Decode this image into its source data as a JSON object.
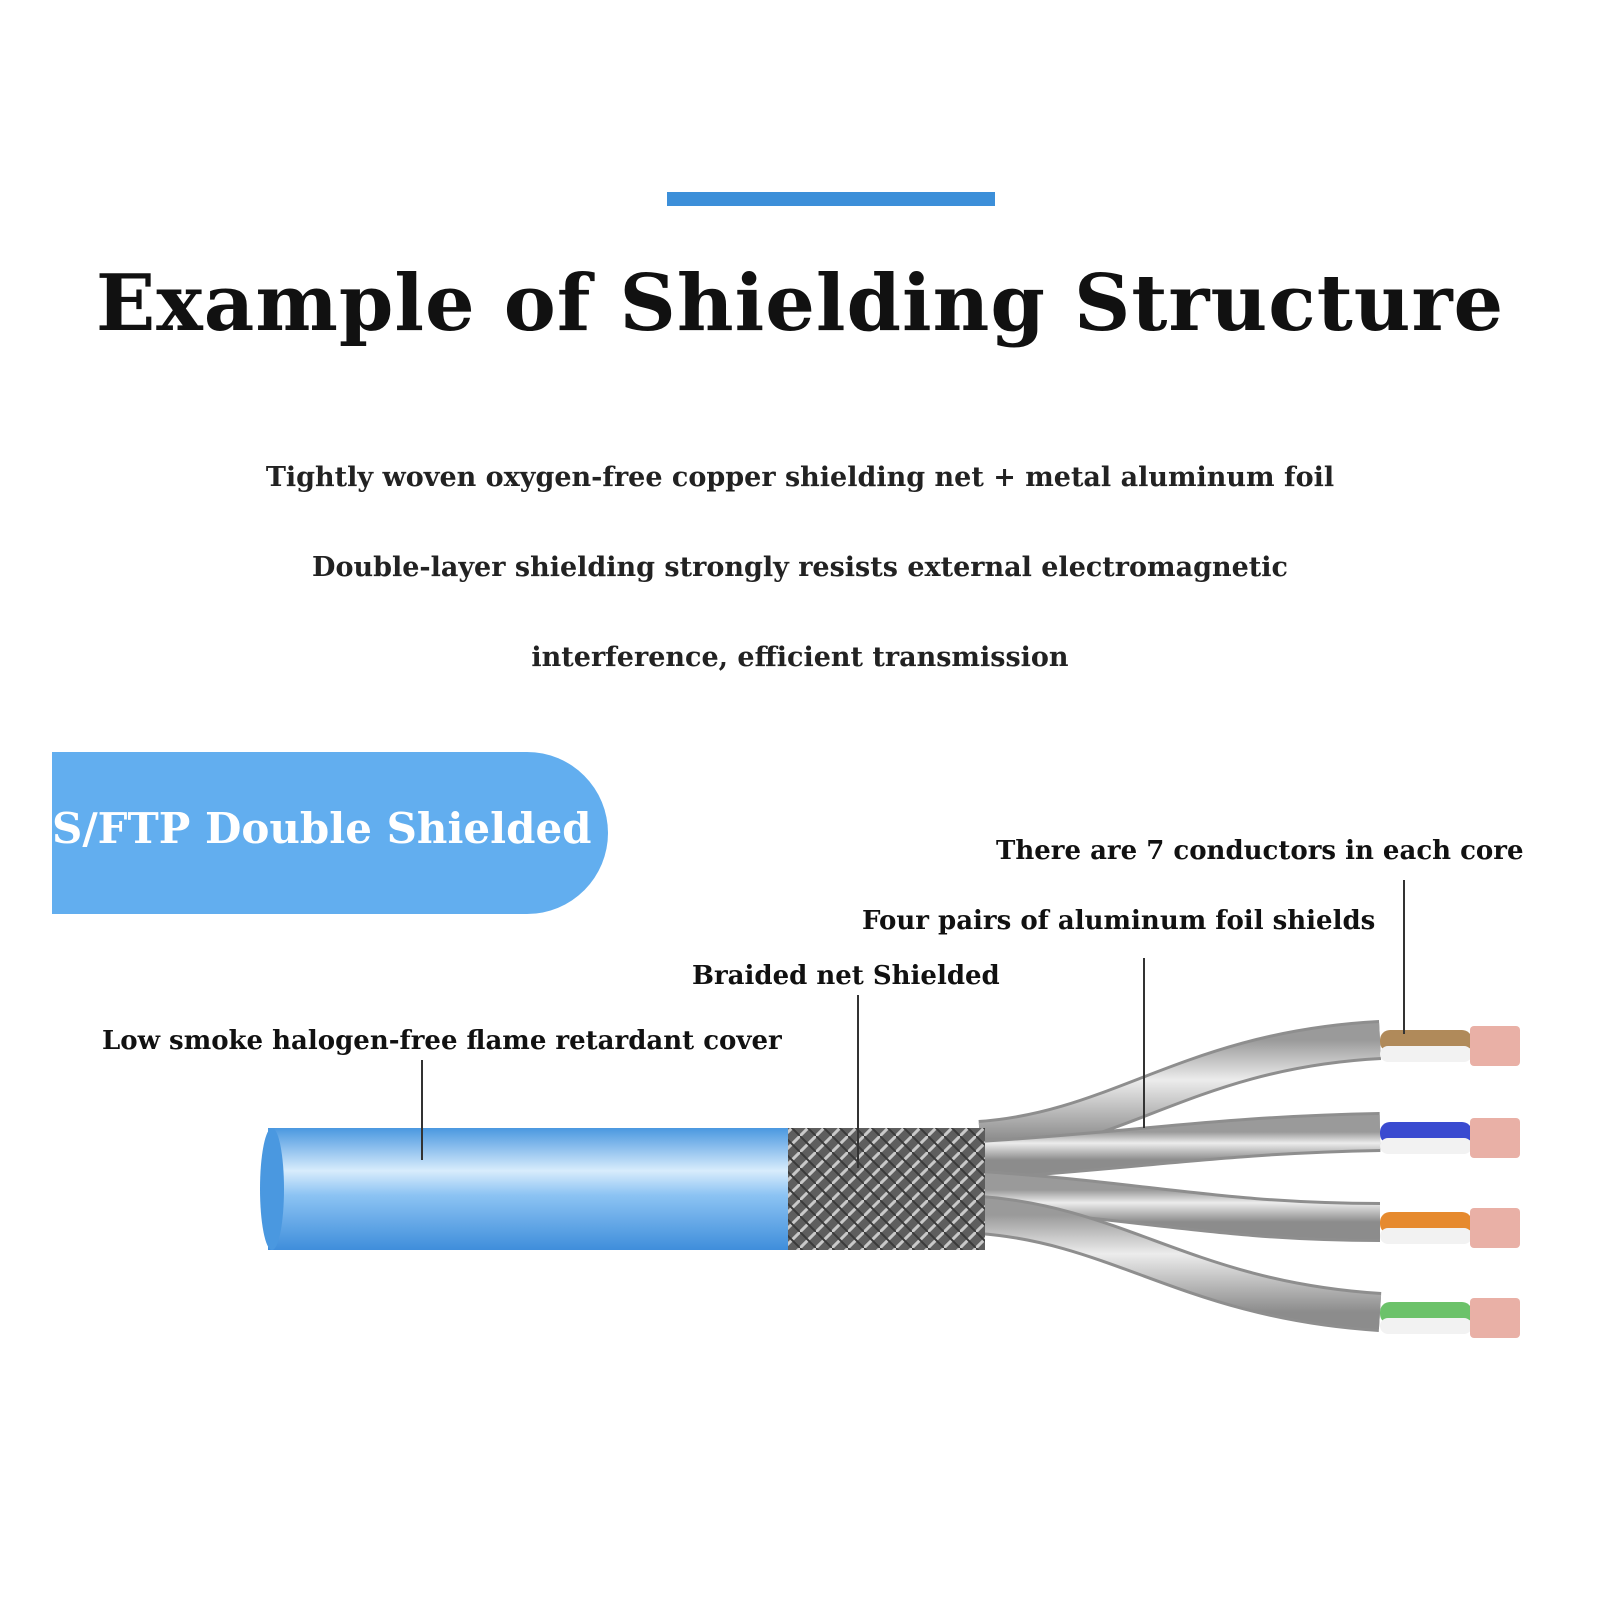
{
  "header": {
    "title": "Example of Shielding Structure",
    "accent_color": "#3c8fd9"
  },
  "description": {
    "line1": "Tightly woven oxygen-free copper shielding net + metal aluminum foil",
    "line2": "Double-layer shielding strongly resists external electromagnetic",
    "line3": "interference, efficient transmission"
  },
  "badge": {
    "label": "S/FTP Double Shielded",
    "color": "#62aeef"
  },
  "callouts": {
    "conductors": "There are 7 conductors in each core",
    "foil": "Four pairs of aluminum foil shields",
    "braid": "Braided net Shielded",
    "cover": "Low smoke halogen-free flame retardant cover"
  },
  "cable": {
    "jacket_color": "#5ba8ec",
    "braid_color": "#6b6b6b",
    "pair_shield_color": "#b9b9b9",
    "core_colors": [
      "#b08a5a",
      "#3a4bd0",
      "#e68a2e",
      "#6cc26a"
    ],
    "copper_color": "#e9b0a6"
  }
}
